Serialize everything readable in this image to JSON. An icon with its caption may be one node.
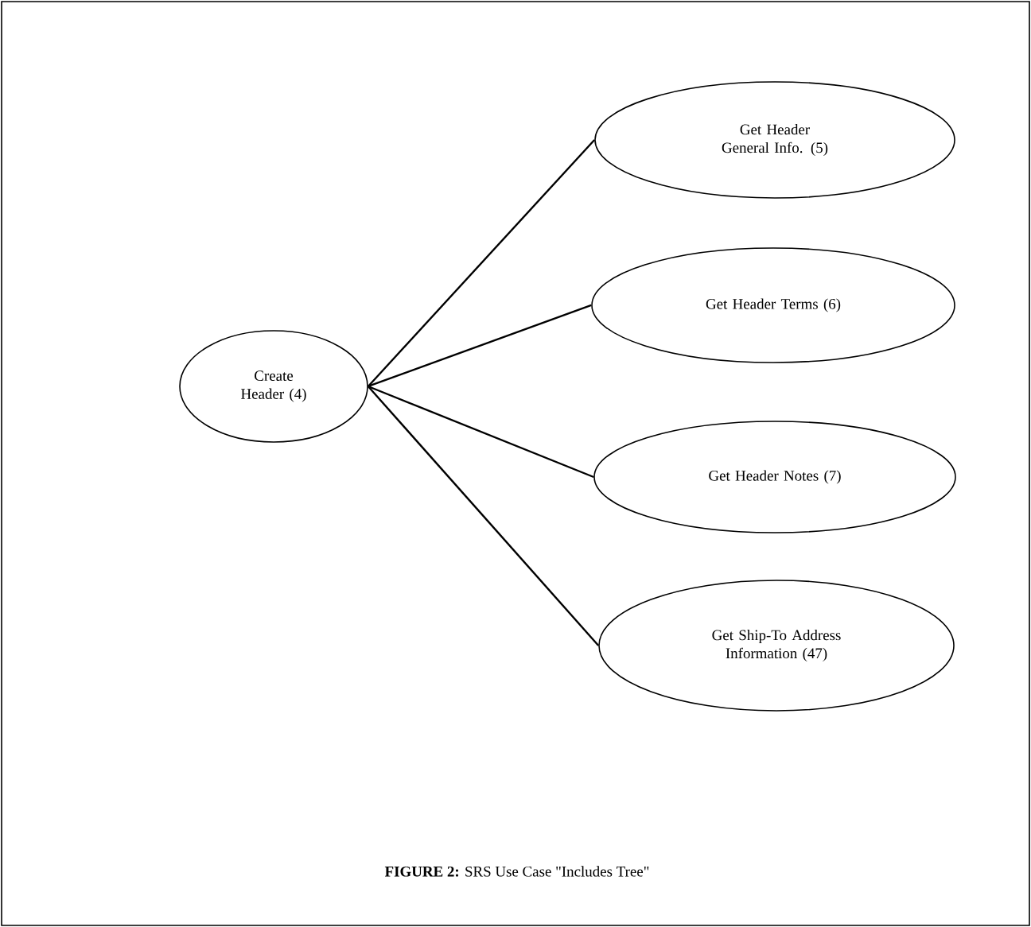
{
  "diagram": {
    "caption": "**FIGURE 2:**  SRS Use Case \"Includes Tree\"",
    "nodes": [
      {
        "text": [
          "Create Header (4)"
        ]
      },
      {
        "text": [
          "Get Header General Info. (5)"
        ]
      },
      {
        "text": [
          "Get Header Terms (6)"
        ]
      },
      {
        "text": [
          "Get Header Notes (7)"
        ]
      },
      {
        "text": [
          "Get Ship-To Address Information (47)"
        ]
      }
    ],
    "edges": [
      {
        "from": 0,
        "to": 1,
        "arrow": "none"
      },
      {
        "from": 0,
        "to": 2,
        "arrow": "none"
      },
      {
        "from": 0,
        "to": 3,
        "arrow": "none"
      },
      {
        "from": 0,
        "to": 4,
        "arrow": "none"
      }
    ]
  }
}
